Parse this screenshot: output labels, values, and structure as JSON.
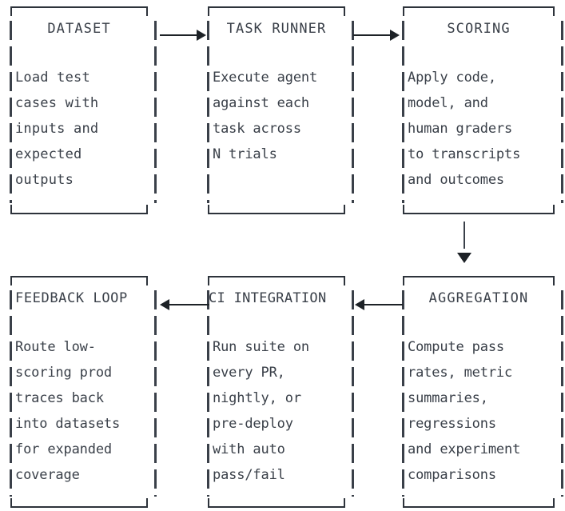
{
  "diagram": {
    "type": "flowchart",
    "style": "ascii-art monospace",
    "colors": {
      "text": "#3a4049",
      "border": "#2d333b",
      "arrow": "#1d2227",
      "background": "#ffffff"
    },
    "nodes": [
      {
        "id": "dataset",
        "title": "DATASET",
        "body": "Load test\ncases with\ninputs and\nexpected\noutputs",
        "row": 1,
        "column": 1
      },
      {
        "id": "task-runner",
        "title": "TASK RUNNER",
        "body": "Execute agent\nagainst each\ntask across\nN trials",
        "row": 1,
        "column": 2
      },
      {
        "id": "scoring",
        "title": "SCORING",
        "body": "Apply code,\nmodel, and\nhuman graders\nto transcripts\nand outcomes",
        "row": 1,
        "column": 3
      },
      {
        "id": "feedback-loop",
        "title": "FEEDBACK LOOP",
        "body": "Route low-\nscoring prod\ntraces back\ninto datasets\nfor expanded\ncoverage",
        "row": 2,
        "column": 1
      },
      {
        "id": "ci-integration",
        "title": "CI INTEGRATION",
        "body": "Run suite on\nevery PR,\nnightly, or\npre-deploy\nwith auto\npass/fail",
        "row": 2,
        "column": 2
      },
      {
        "id": "aggregation",
        "title": "AGGREGATION",
        "body": "Compute pass\nrates, metric\nsummaries,\nregressions\nand experiment\ncomparisons",
        "row": 2,
        "column": 3
      }
    ],
    "edges": [
      {
        "id": "dataset-to-task-runner",
        "from": "dataset",
        "to": "task-runner",
        "direction": "right"
      },
      {
        "id": "task-runner-to-scoring",
        "from": "task-runner",
        "to": "scoring",
        "direction": "right"
      },
      {
        "id": "scoring-to-aggregation",
        "from": "scoring",
        "to": "aggregation",
        "direction": "down"
      },
      {
        "id": "aggregation-to-ci-integration",
        "from": "aggregation",
        "to": "ci-integration",
        "direction": "left"
      },
      {
        "id": "ci-integration-to-feedback-loop",
        "from": "ci-integration",
        "to": "feedback-loop",
        "direction": "left"
      }
    ]
  }
}
